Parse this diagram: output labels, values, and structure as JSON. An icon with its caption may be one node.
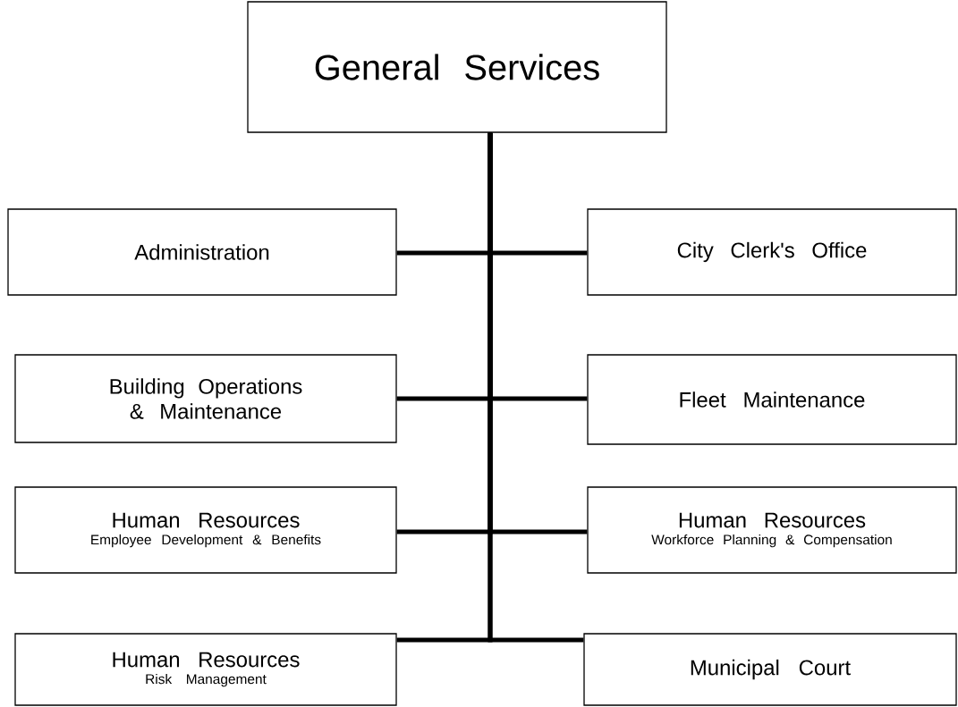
{
  "diagram": {
    "nodes": [
      {
        "text": [
          "General Services"
        ]
      },
      {
        "text": [
          "Administration"
        ]
      },
      {
        "text": [
          "City Clerk's Office"
        ]
      },
      {
        "text": [
          "Building Operations & Maintenance"
        ]
      },
      {
        "text": [
          "Fleet Maintenance"
        ]
      },
      {
        "text": [
          "Human Resources",
          "Employee Development & Benefits"
        ]
      },
      {
        "text": [
          "Human Resources",
          "Workforce Planning & Compensation"
        ]
      },
      {
        "text": [
          "Human Resources",
          "Risk Management"
        ]
      },
      {
        "text": [
          "Municipal Court"
        ]
      }
    ],
    "edges": [
      {
        "from": 0,
        "to": 1,
        "arrow": "none"
      },
      {
        "from": 0,
        "to": 2,
        "arrow": "none"
      },
      {
        "from": 0,
        "to": 3,
        "arrow": "none"
      },
      {
        "from": 0,
        "to": 4,
        "arrow": "none"
      },
      {
        "from": 0,
        "to": 5,
        "arrow": "none"
      },
      {
        "from": 0,
        "to": 6,
        "arrow": "none"
      },
      {
        "from": 0,
        "to": 7,
        "arrow": "none"
      },
      {
        "from": 0,
        "to": 8,
        "arrow": "none"
      }
    ]
  }
}
